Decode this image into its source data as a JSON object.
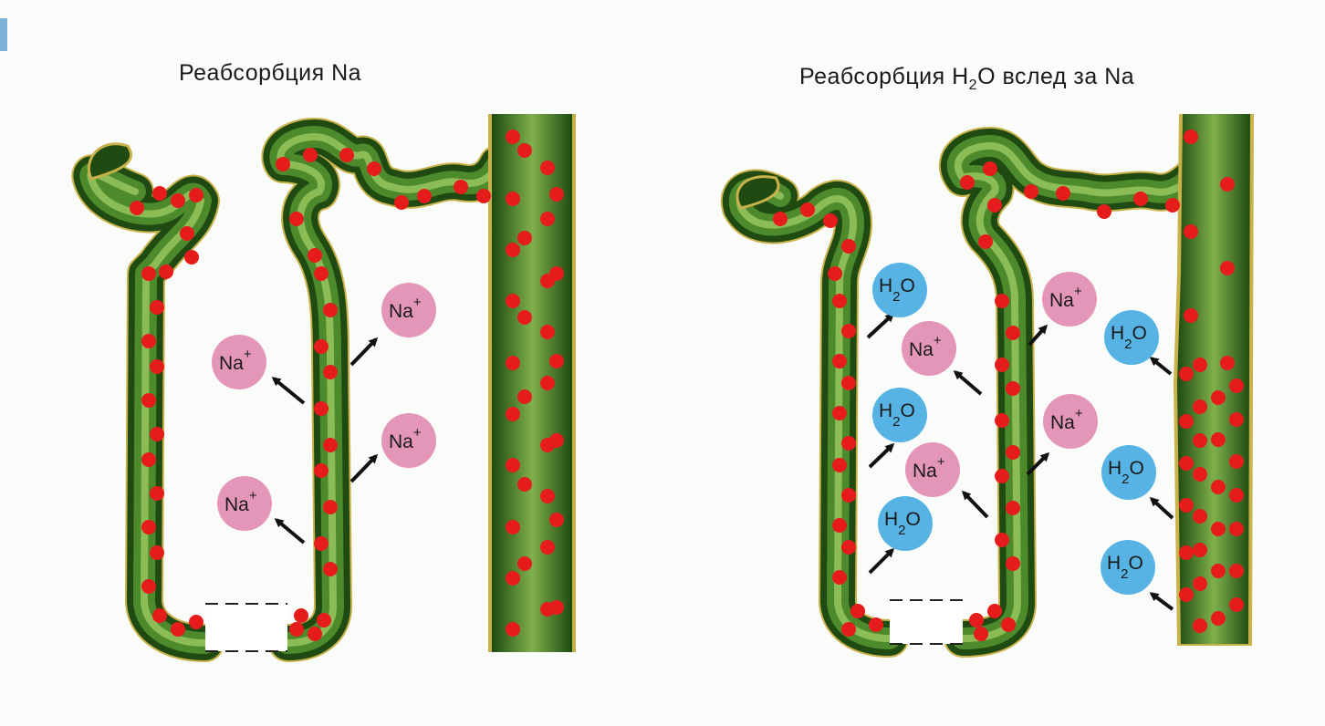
{
  "titles": {
    "left": "Реабсорбция Na",
    "right_prefix": "Реабсорбция H",
    "right_sub": "2",
    "right_suffix": "O вслед за Na"
  },
  "ions": {
    "na": {
      "base": "Na",
      "sup": "+"
    },
    "h2o": {
      "h": "H",
      "sub": "2",
      "o": "O"
    }
  },
  "colors": {
    "tubule_dark": "#1f4a12",
    "tubule_green": "#3f7a25",
    "tubule_light": "#7fb04a",
    "outline": "#c9b24a",
    "sodium_dot": "#e61c1c",
    "na_circle": "#e396b7",
    "h2o_circle": "#57b3e3"
  }
}
